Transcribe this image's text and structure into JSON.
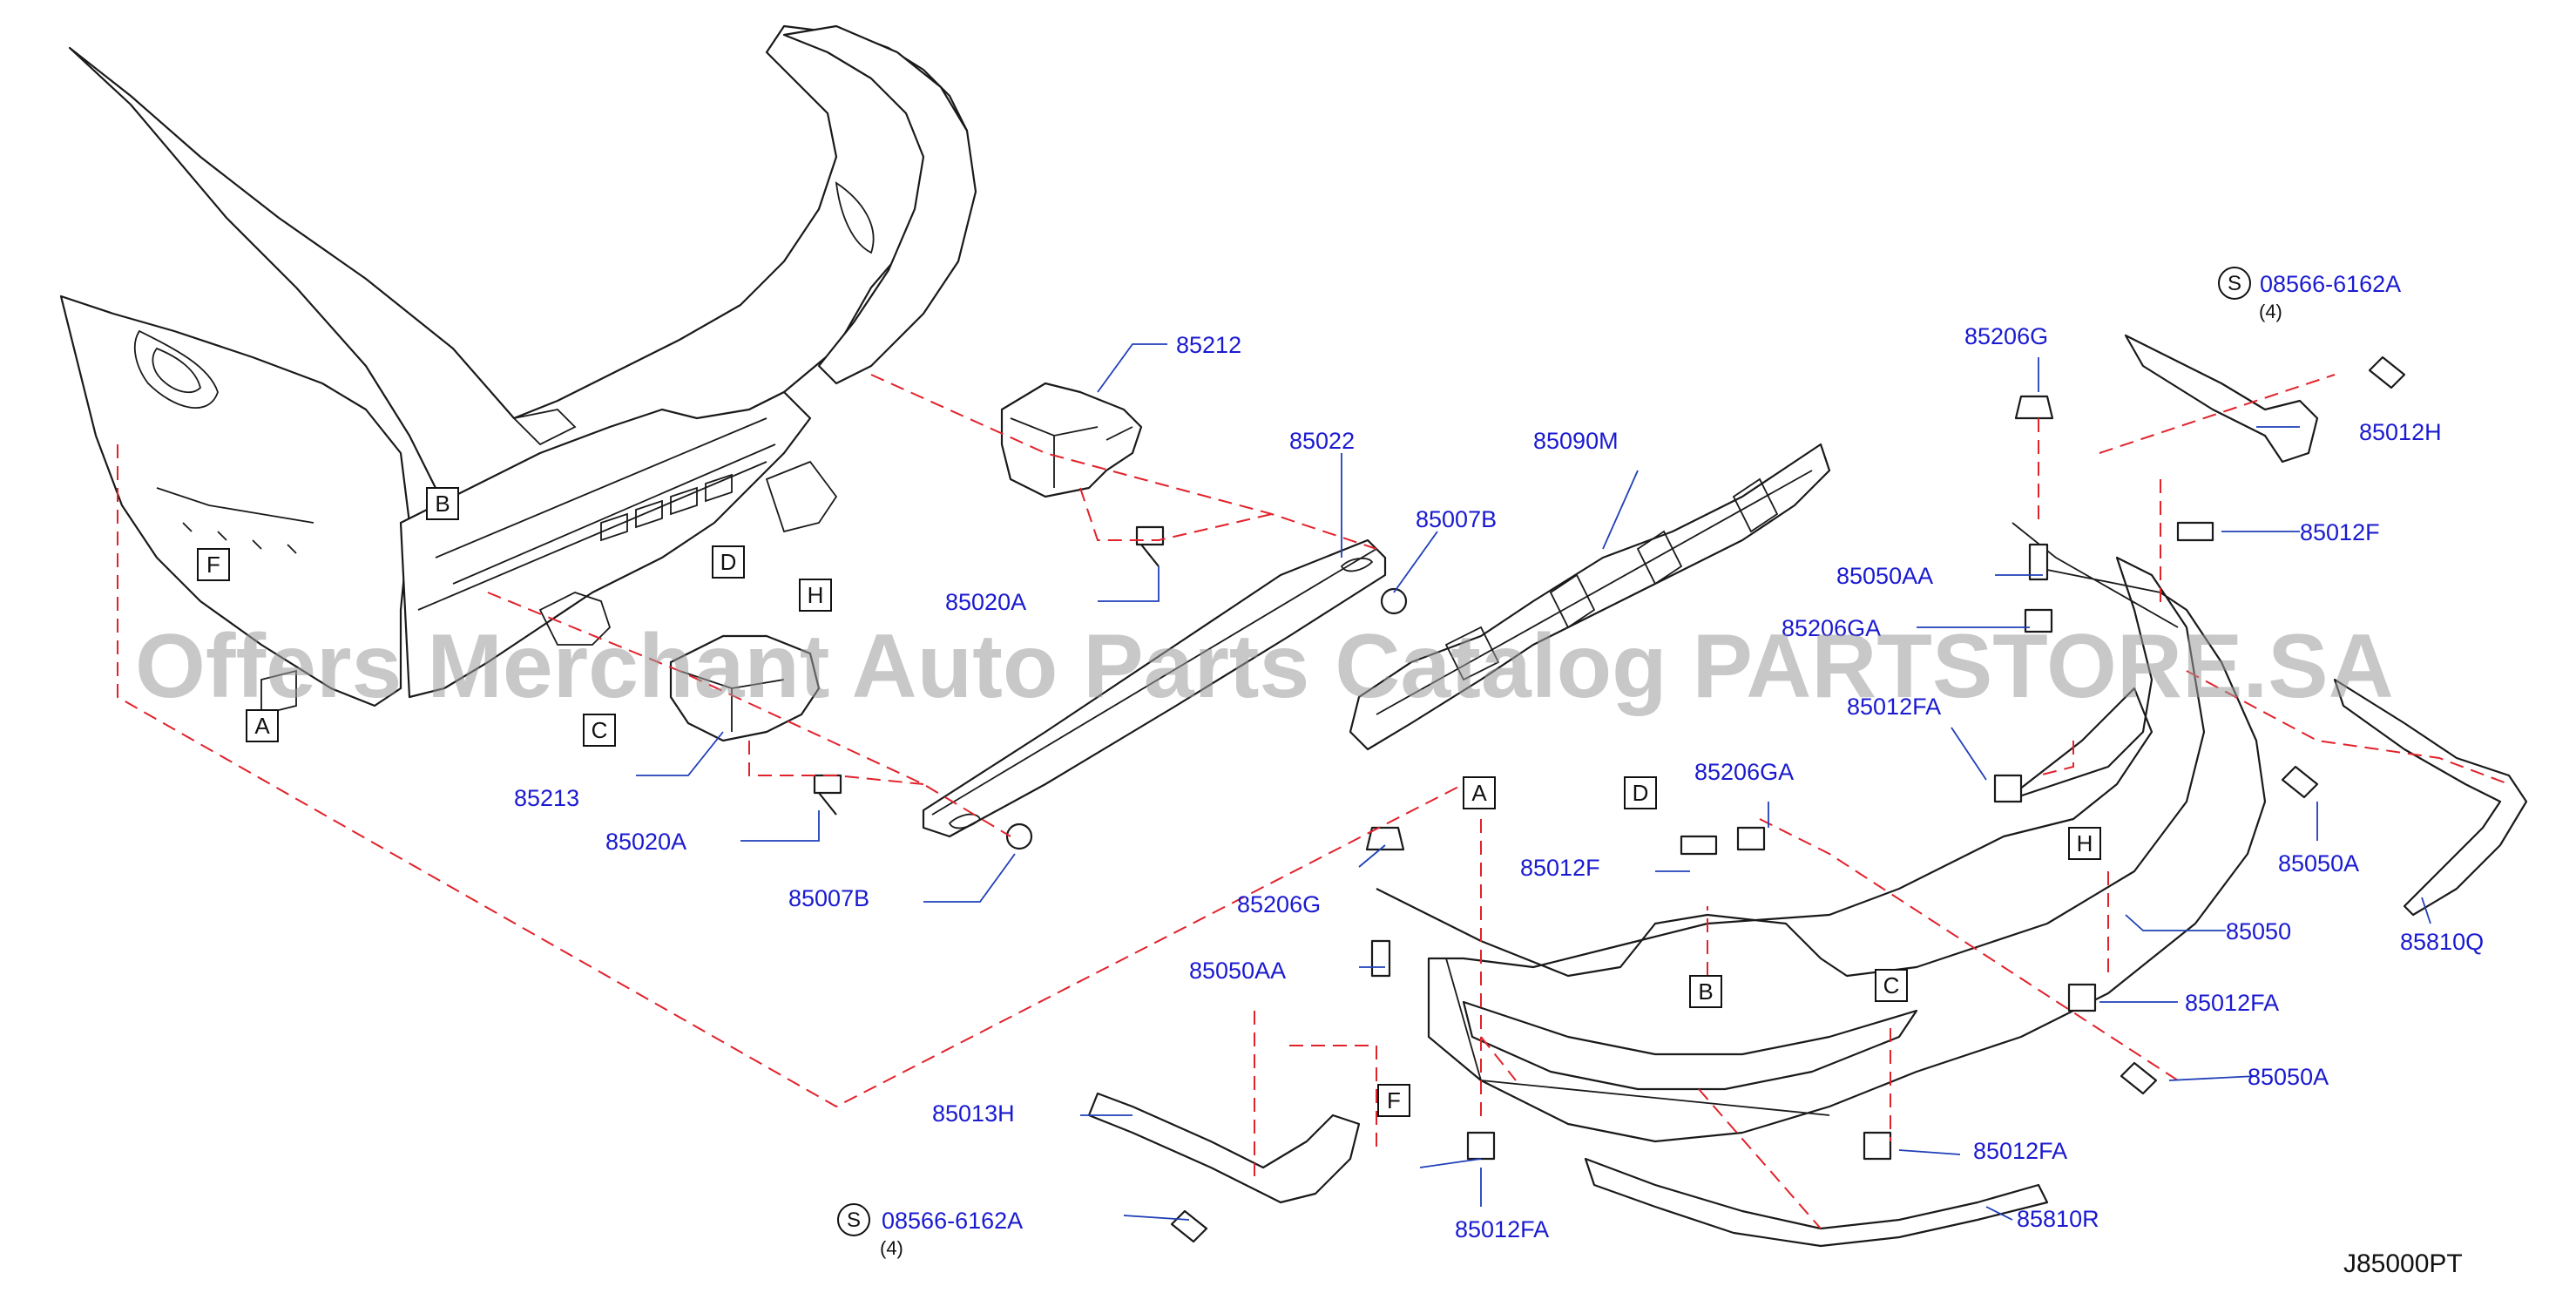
{
  "diagram": {
    "code": "J85000PT",
    "watermark": "Offers Merchant Auto Parts Catalog PARTSTORE.SA",
    "label_color": "#1a1ad0",
    "dash_color": "#e2222b",
    "screw_symbol": "S",
    "parts": {
      "p85212": "85212",
      "p85022": "85022",
      "p85090M": "85090M",
      "p85007B_a": "85007B",
      "p85007B_b": "85007B",
      "p85020A_a": "85020A",
      "p85020A_b": "85020A",
      "p85213": "85213",
      "p85206G_a": "85206G",
      "p85206G_b": "85206G",
      "p85206GA_a": "85206GA",
      "p85206GA_b": "85206GA",
      "p85050AA_a": "85050AA",
      "p85050AA_b": "85050AA",
      "p85012FA_a": "85012FA",
      "p85012FA_b": "85012FA",
      "p85012FA_c": "85012FA",
      "p85012FA_d": "85012FA",
      "p85012F_a": "85012F",
      "p85012F_b": "85012F",
      "p85012H": "85012H",
      "p85013H": "85013H",
      "p85050A_a": "85050A",
      "p85050A_b": "85050A",
      "p85050": "85050",
      "p85810Q": "85810Q",
      "p85810R": "85810R",
      "screw_top": "08566-6162A",
      "screw_top_qty": "(4)",
      "screw_bottom": "08566-6162A",
      "screw_bottom_qty": "(4)"
    },
    "refs": {
      "A1": "A",
      "B1": "B",
      "C1": "C",
      "D1": "D",
      "F1": "F",
      "H1": "H",
      "A2": "A",
      "B2": "B",
      "C2": "C",
      "D2": "D",
      "F2": "F",
      "H2": "H"
    }
  }
}
